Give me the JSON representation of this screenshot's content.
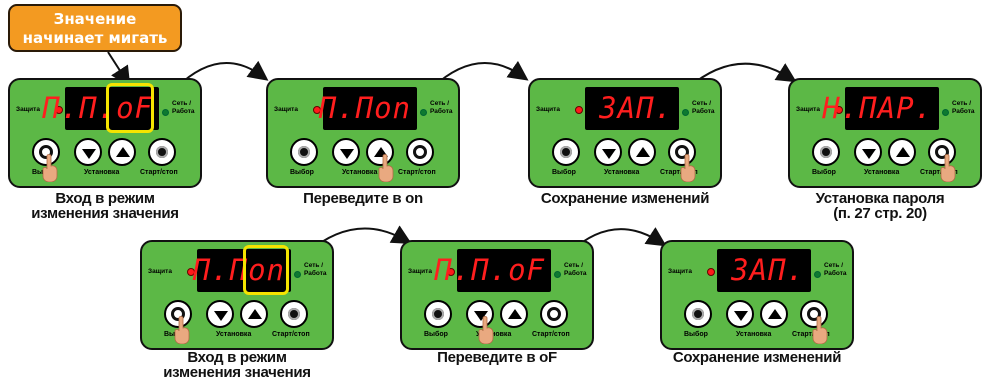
{
  "callout": {
    "line1": "Значение",
    "line2": "начинает мигать"
  },
  "labels": {
    "protection": "Защита",
    "network_line1": "Сеть /",
    "network_line2": "Работа",
    "select": "Выбор",
    "set": "Установка",
    "startstop": "Старт/стоп"
  },
  "panels": [
    {
      "display": "П.П.oF"
    },
    {
      "display": "П.Пon"
    },
    {
      "display": "ЗАП."
    },
    {
      "display": "Н.ПАР."
    },
    {
      "display": "П.Пon"
    },
    {
      "display": "П.П.oF"
    },
    {
      "display": "ЗАП."
    }
  ],
  "captions": {
    "c1_line1": "Вход в режим",
    "c1_line2": "изменения значения",
    "c2": "Переведите в on",
    "c3": "Сохранение изменений",
    "c4_line1": "Установка пароля",
    "c4_line2": "(п. 27 стр. 20)",
    "c5_line1": "Вход в режим",
    "c5_line2": "изменения значения",
    "c6": "Переведите в oF",
    "c7": "Сохранение изменений"
  },
  "colors": {
    "panel": "#5cb846",
    "display_text": "#ff1e1e",
    "highlight": "#f5e400",
    "callout": "#f39a21",
    "led_red": "#ff1a1a",
    "led_green": "#0e7a30"
  }
}
